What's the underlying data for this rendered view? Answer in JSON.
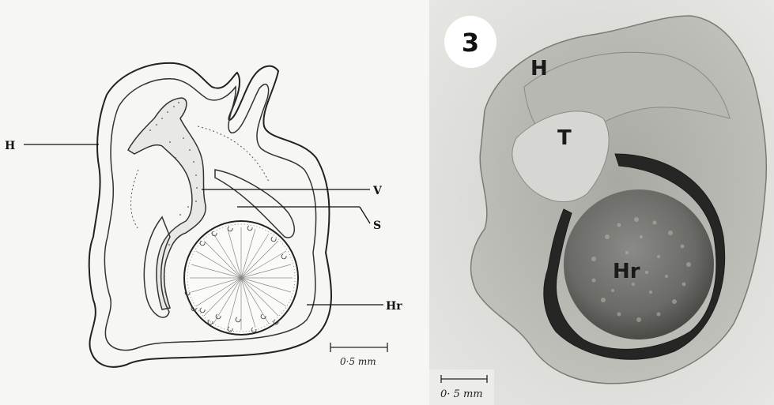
{
  "drawing": {
    "labels": {
      "h": "H",
      "v": "V",
      "s": "S",
      "hr": "Hr"
    },
    "scale_bar": "0·5 mm"
  },
  "micrograph": {
    "panel_number": "3",
    "labels": {
      "h": "H",
      "t": "T",
      "hr": "Hr"
    },
    "scale_bar": "0· 5 mm"
  }
}
